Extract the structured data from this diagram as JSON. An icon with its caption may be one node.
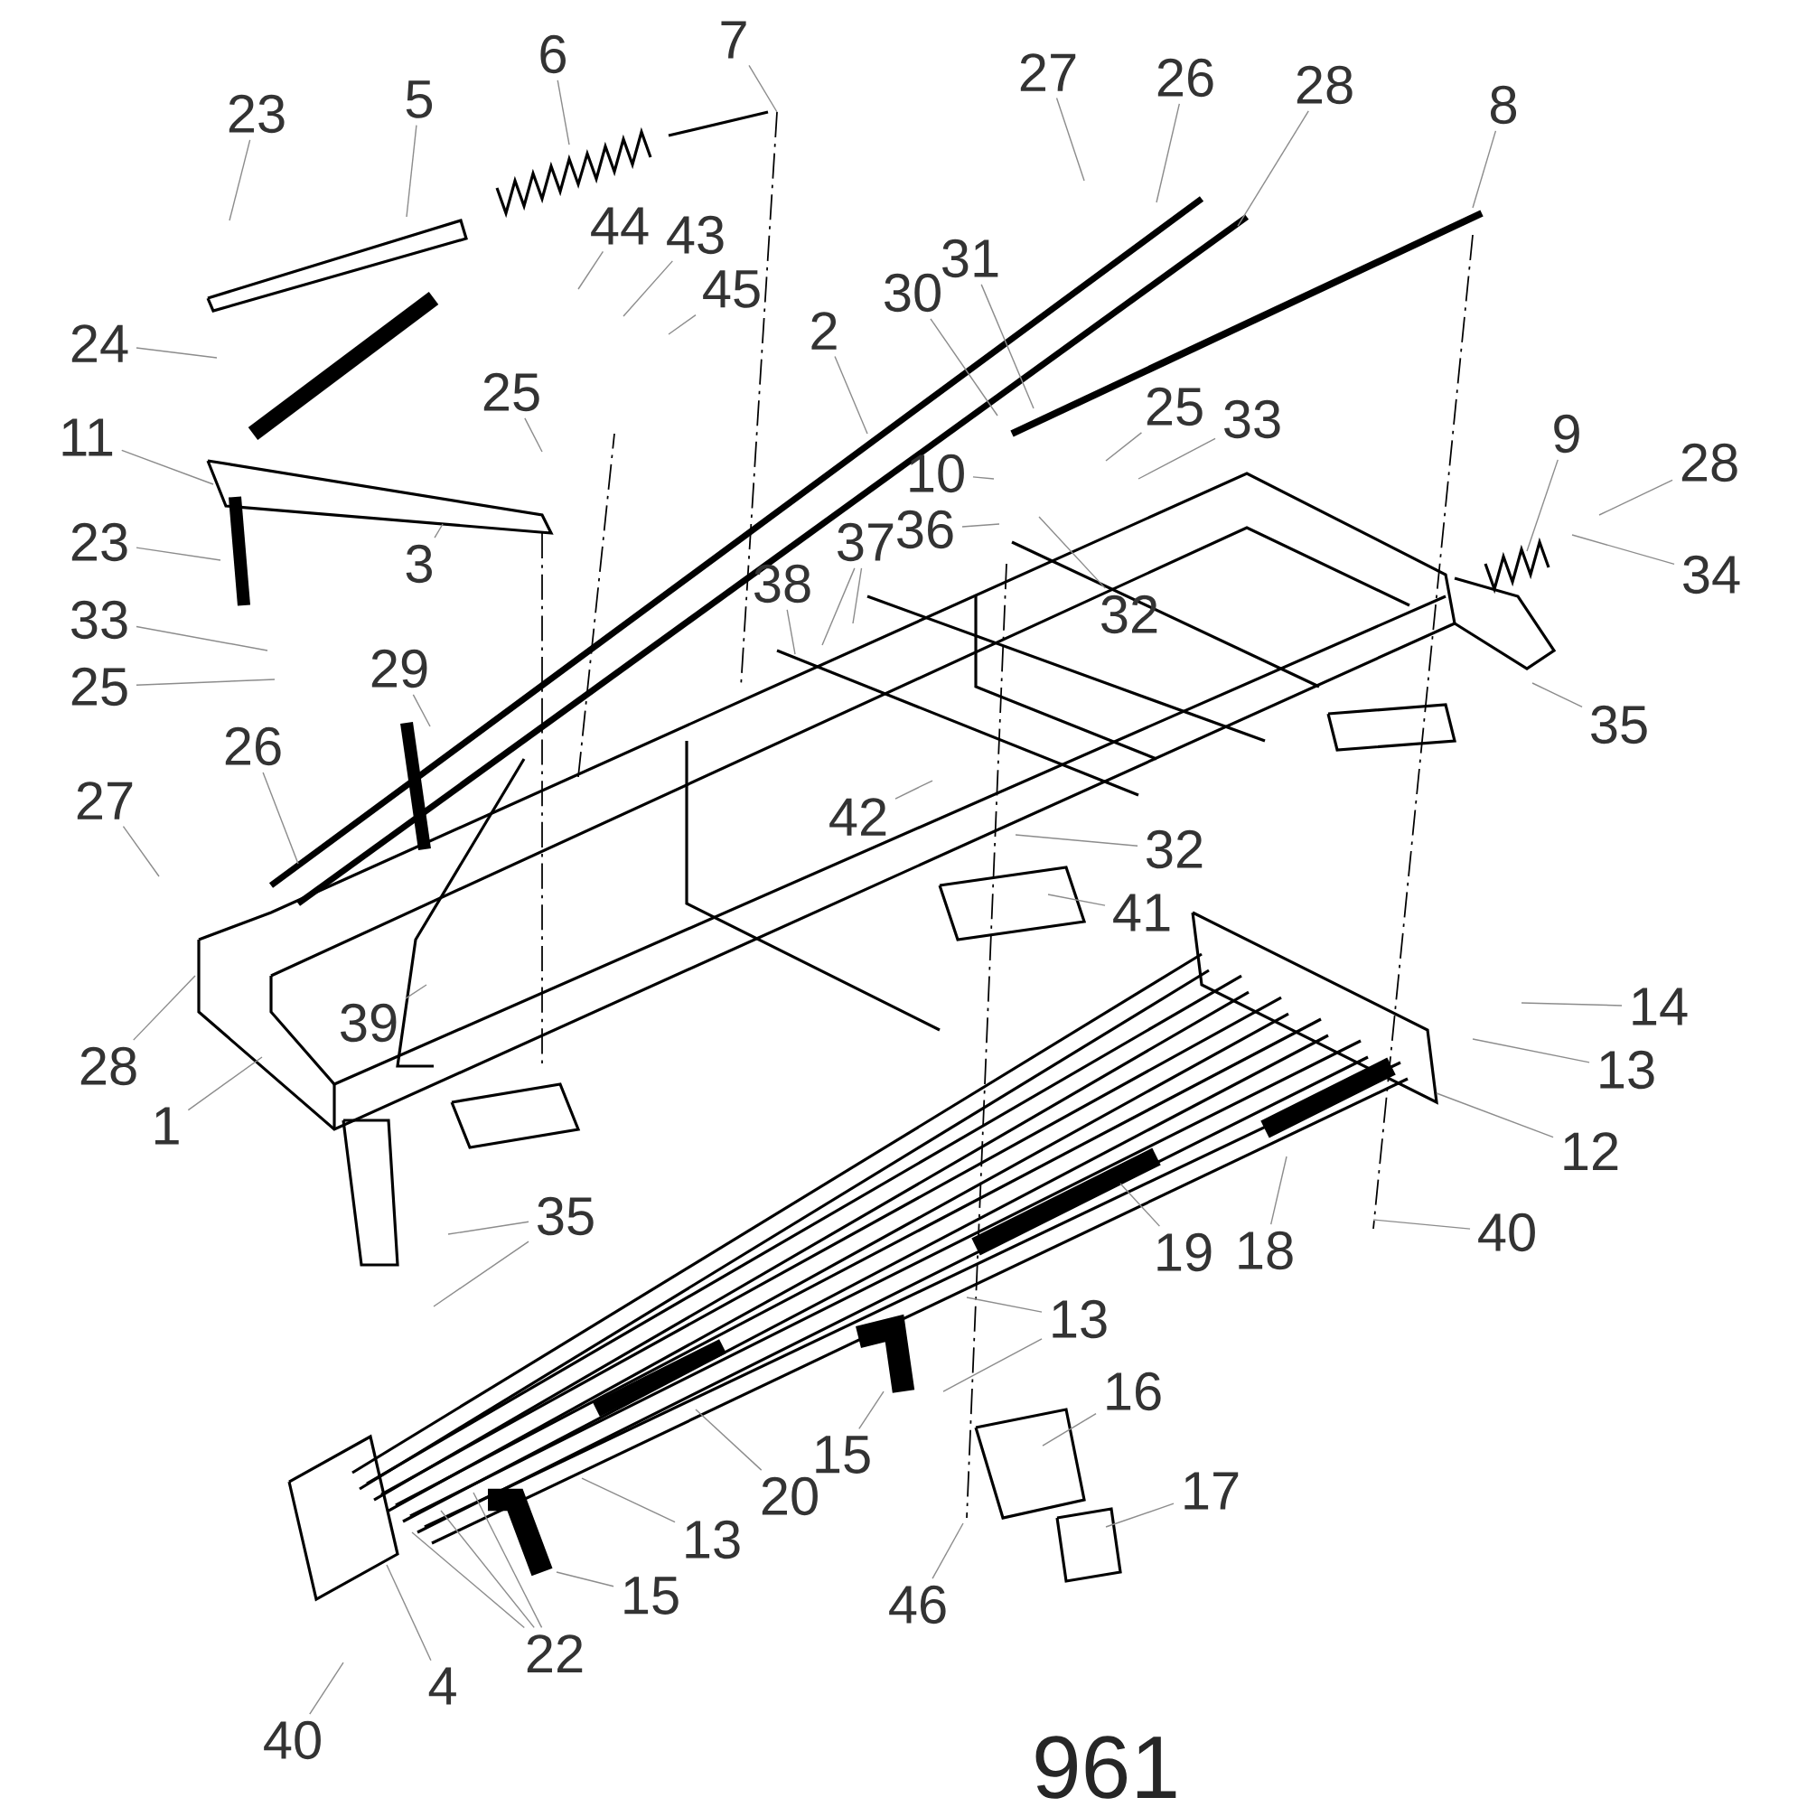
{
  "diagram": {
    "nodes": [
      {
        "text": [
          "7"
        ]
      },
      {
        "text": [
          "6"
        ]
      },
      {
        "text": [
          "5"
        ]
      },
      {
        "text": [
          "23"
        ]
      },
      {
        "text": [
          "24"
        ]
      },
      {
        "text": [
          "11"
        ]
      },
      {
        "text": [
          "23"
        ]
      },
      {
        "text": [
          "33"
        ]
      },
      {
        "text": [
          "25"
        ]
      },
      {
        "text": [
          "3"
        ]
      },
      {
        "text": [
          "44"
        ]
      },
      {
        "text": [
          "43"
        ]
      },
      {
        "text": [
          "45"
        ]
      },
      {
        "text": [
          "25"
        ]
      },
      {
        "text": [
          "2"
        ]
      },
      {
        "text": [
          "30"
        ]
      },
      {
        "text": [
          "31"
        ]
      },
      {
        "text": [
          "27"
        ]
      },
      {
        "text": [
          "26"
        ]
      },
      {
        "text": [
          "28"
        ]
      },
      {
        "text": [
          "8"
        ]
      },
      {
        "text": [
          "10"
        ]
      },
      {
        "text": [
          "25"
        ]
      },
      {
        "text": [
          "33"
        ]
      },
      {
        "text": [
          "36"
        ]
      },
      {
        "text": [
          "32"
        ]
      },
      {
        "text": [
          "9"
        ]
      },
      {
        "text": [
          "28"
        ]
      },
      {
        "text": [
          "34"
        ]
      },
      {
        "text": [
          "35"
        ]
      },
      {
        "text": [
          "38"
        ]
      },
      {
        "text": [
          "37"
        ]
      },
      {
        "text": [
          "29"
        ]
      },
      {
        "text": [
          "26"
        ]
      },
      {
        "text": [
          "27"
        ]
      },
      {
        "text": [
          "42"
        ]
      },
      {
        "text": [
          "32"
        ]
      },
      {
        "text": [
          "41"
        ]
      },
      {
        "text": [
          "39"
        ]
      },
      {
        "text": [
          "28"
        ]
      },
      {
        "text": [
          "1"
        ]
      },
      {
        "text": [
          "35"
        ]
      },
      {
        "text": [
          "14"
        ]
      },
      {
        "text": [
          "13"
        ]
      },
      {
        "text": [
          "12"
        ]
      },
      {
        "text": [
          "18"
        ]
      },
      {
        "text": [
          "19"
        ]
      },
      {
        "text": [
          "40"
        ]
      },
      {
        "text": [
          "13"
        ]
      },
      {
        "text": [
          "16"
        ]
      },
      {
        "text": [
          "17"
        ]
      },
      {
        "text": [
          "15"
        ]
      },
      {
        "text": [
          "20"
        ]
      },
      {
        "text": [
          "13"
        ]
      },
      {
        "text": [
          "15"
        ]
      },
      {
        "text": [
          "22"
        ]
      },
      {
        "text": [
          "4"
        ]
      },
      {
        "text": [
          "40"
        ]
      },
      {
        "text": [
          "46"
        ]
      }
    ],
    "edges": [
      {
        "from": 0,
        "to": null,
        "arrow": "none"
      },
      {
        "from": 1,
        "to": null,
        "arrow": "none"
      },
      {
        "from": 2,
        "to": null,
        "arrow": "none"
      },
      {
        "from": 3,
        "to": null,
        "arrow": "none"
      },
      {
        "from": 4,
        "to": null,
        "arrow": "none"
      },
      {
        "from": 5,
        "to": null,
        "arrow": "none"
      },
      {
        "from": 6,
        "to": null,
        "arrow": "none"
      },
      {
        "from": 7,
        "to": null,
        "arrow": "none"
      },
      {
        "from": 8,
        "to": null,
        "arrow": "none"
      },
      {
        "from": 9,
        "to": null,
        "arrow": "none"
      },
      {
        "from": 10,
        "to": null,
        "arrow": "none"
      },
      {
        "from": 11,
        "to": null,
        "arrow": "none"
      },
      {
        "from": 12,
        "to": null,
        "arrow": "none"
      },
      {
        "from": 13,
        "to": null,
        "arrow": "none"
      },
      {
        "from": 14,
        "to": null,
        "arrow": "none"
      },
      {
        "from": 15,
        "to": null,
        "arrow": "none"
      },
      {
        "from": 16,
        "to": null,
        "arrow": "none"
      },
      {
        "from": 17,
        "to": null,
        "arrow": "none"
      },
      {
        "from": 18,
        "to": null,
        "arrow": "none"
      },
      {
        "from": 19,
        "to": null,
        "arrow": "none"
      },
      {
        "from": 20,
        "to": null,
        "arrow": "none"
      },
      {
        "from": 21,
        "to": null,
        "arrow": "none"
      },
      {
        "from": 22,
        "to": null,
        "arrow": "none"
      },
      {
        "from": 23,
        "to": null,
        "arrow": "none"
      },
      {
        "from": 24,
        "to": null,
        "arrow": "none"
      },
      {
        "from": 25,
        "to": null,
        "arrow": "none"
      },
      {
        "from": 26,
        "to": null,
        "arrow": "none"
      },
      {
        "from": 27,
        "to": null,
        "arrow": "none"
      },
      {
        "from": 28,
        "to": null,
        "arrow": "none"
      },
      {
        "from": 29,
        "to": null,
        "arrow": "none"
      },
      {
        "from": 30,
        "to": null,
        "arrow": "none"
      },
      {
        "from": 31,
        "to": null,
        "arrow": "none"
      },
      {
        "from": 31,
        "to": null,
        "arrow": "none"
      },
      {
        "from": 32,
        "to": null,
        "arrow": "none"
      },
      {
        "from": 33,
        "to": null,
        "arrow": "none"
      },
      {
        "from": 34,
        "to": null,
        "arrow": "none"
      },
      {
        "from": 35,
        "to": null,
        "arrow": "none"
      },
      {
        "from": 36,
        "to": null,
        "arrow": "none"
      },
      {
        "from": 37,
        "to": null,
        "arrow": "none"
      },
      {
        "from": 38,
        "to": null,
        "arrow": "none"
      },
      {
        "from": 39,
        "to": null,
        "arrow": "none"
      },
      {
        "from": 40,
        "to": null,
        "arrow": "none"
      },
      {
        "from": 41,
        "to": null,
        "arrow": "none"
      },
      {
        "from": 41,
        "to": null,
        "arrow": "none"
      },
      {
        "from": 42,
        "to": null,
        "arrow": "none"
      },
      {
        "from": 43,
        "to": null,
        "arrow": "none"
      },
      {
        "from": 44,
        "to": null,
        "arrow": "none"
      },
      {
        "from": 45,
        "to": null,
        "arrow": "none"
      },
      {
        "from": 46,
        "to": null,
        "arrow": "none"
      },
      {
        "from": 47,
        "to": null,
        "arrow": "none"
      },
      {
        "from": 48,
        "to": null,
        "arrow": "none"
      },
      {
        "from": 48,
        "to": null,
        "arrow": "none"
      },
      {
        "from": 49,
        "to": null,
        "arrow": "none"
      },
      {
        "from": 50,
        "to": null,
        "arrow": "none"
      },
      {
        "from": 51,
        "to": null,
        "arrow": "none"
      },
      {
        "from": 52,
        "to": null,
        "arrow": "none"
      },
      {
        "from": 53,
        "to": null,
        "arrow": "none"
      },
      {
        "from": 54,
        "to": null,
        "arrow": "none"
      },
      {
        "from": 55,
        "to": null,
        "arrow": "none"
      },
      {
        "from": 55,
        "to": null,
        "arrow": "none"
      },
      {
        "from": 55,
        "to": null,
        "arrow": "none"
      },
      {
        "from": 56,
        "to": null,
        "arrow": "none"
      },
      {
        "from": 57,
        "to": null,
        "arrow": "none"
      },
      {
        "from": 58,
        "to": null,
        "arrow": "none"
      }
    ],
    "labels": [
      "961"
    ]
  }
}
